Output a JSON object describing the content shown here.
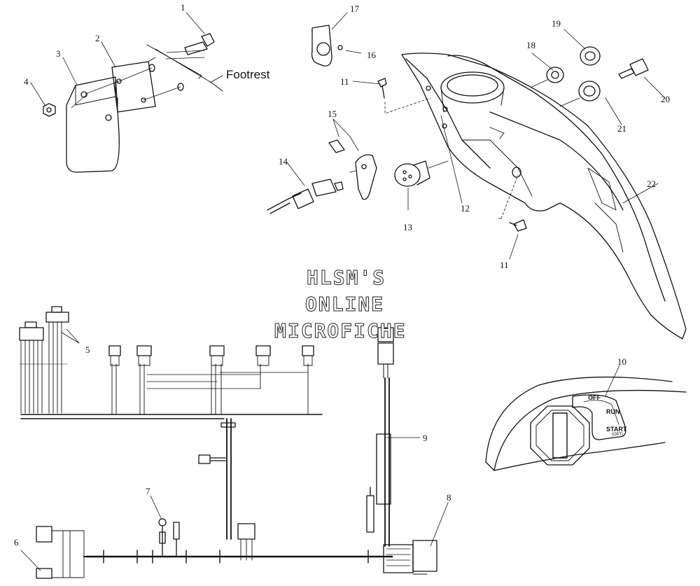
{
  "diagram": {
    "watermark": {
      "line1": "HLSM'S",
      "line2": "ONLINE",
      "line3": "MICROFICHE"
    },
    "footrest_label": "Footrest",
    "callouts": [
      "1",
      "2",
      "3",
      "4",
      "5",
      "6",
      "7",
      "8",
      "9",
      "10",
      "11",
      "11",
      "12",
      "13",
      "14",
      "15",
      "16",
      "17",
      "18",
      "19",
      "20",
      "21",
      "22"
    ],
    "switch_labels": {
      "off": "OFF",
      "run": "RUN",
      "start": "START",
      "opt": "(OPT)"
    }
  }
}
